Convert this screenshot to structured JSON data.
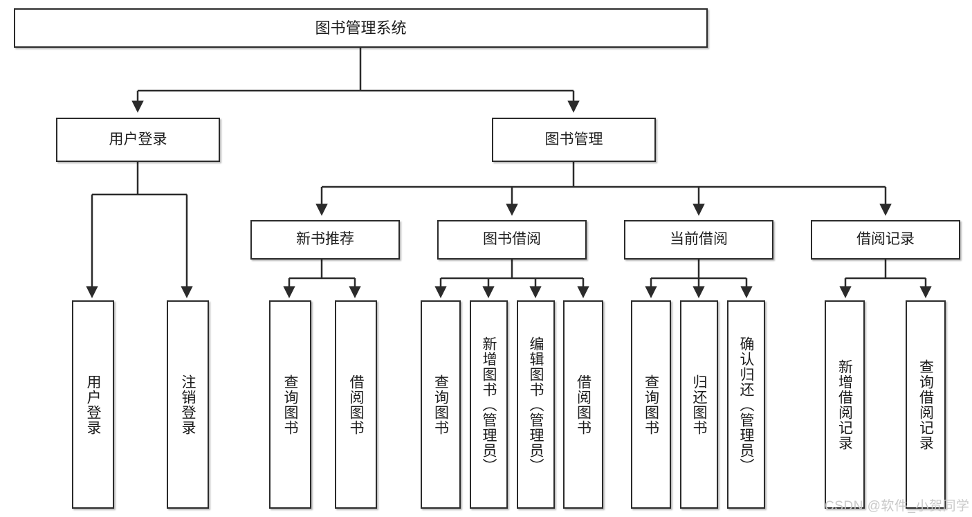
{
  "diagram": {
    "title": "图书管理系统",
    "type": "hierarchy-tree",
    "colors": {
      "box_border": "#2b2b2b",
      "box_fill": "#ffffff",
      "edge": "#2b2b2b",
      "text": "#1d1d1d",
      "watermark": "#c9c9c9",
      "background": "#ffffff"
    },
    "root": {
      "label": "图书管理系统"
    },
    "level2": [
      {
        "label": "用户登录"
      },
      {
        "label": "图书管理"
      }
    ],
    "level3": [
      {
        "label": "新书推荐"
      },
      {
        "label": "图书借阅"
      },
      {
        "label": "当前借阅"
      },
      {
        "label": "借阅记录"
      }
    ],
    "leaves": [
      {
        "label": "用户登录",
        "parent": "用户登录"
      },
      {
        "label": "注销登录",
        "parent": "用户登录"
      },
      {
        "label": "查询图书",
        "parent": "新书推荐"
      },
      {
        "label": "借阅图书",
        "parent": "新书推荐"
      },
      {
        "label": "查询图书",
        "parent": "图书借阅"
      },
      {
        "label": "新增图书（管理员）",
        "parent": "图书借阅"
      },
      {
        "label": "编辑图书（管理员）",
        "parent": "图书借阅"
      },
      {
        "label": "借阅图书",
        "parent": "图书借阅"
      },
      {
        "label": "查询图书",
        "parent": "当前借阅"
      },
      {
        "label": "归还图书",
        "parent": "当前借阅"
      },
      {
        "label": "确认归还（管理员）",
        "parent": "当前借阅"
      },
      {
        "label": "新增借阅记录",
        "parent": "借阅记录"
      },
      {
        "label": "查询借阅记录",
        "parent": "借阅记录"
      }
    ],
    "watermark": "CSDN @软件_小贺同学"
  }
}
